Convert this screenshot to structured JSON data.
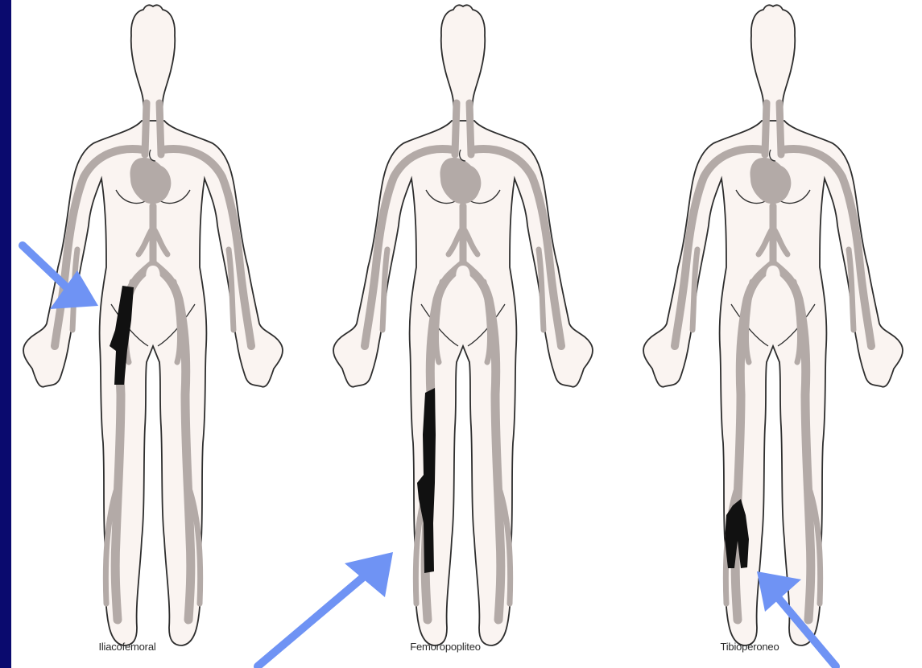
{
  "figures": [
    {
      "label": "Iliacofemoral"
    },
    {
      "label": "Femoropopliteo"
    },
    {
      "label": "Tibioperoneo"
    }
  ],
  "colors": {
    "slide_background": "#0a0a6e",
    "panel": "#ffffff",
    "body_fill": "#faf4f1",
    "outline": "#2e2e2e",
    "vessel": "#b3aaa7",
    "thrombus": "#111111",
    "arrow": "#6f93f4"
  }
}
